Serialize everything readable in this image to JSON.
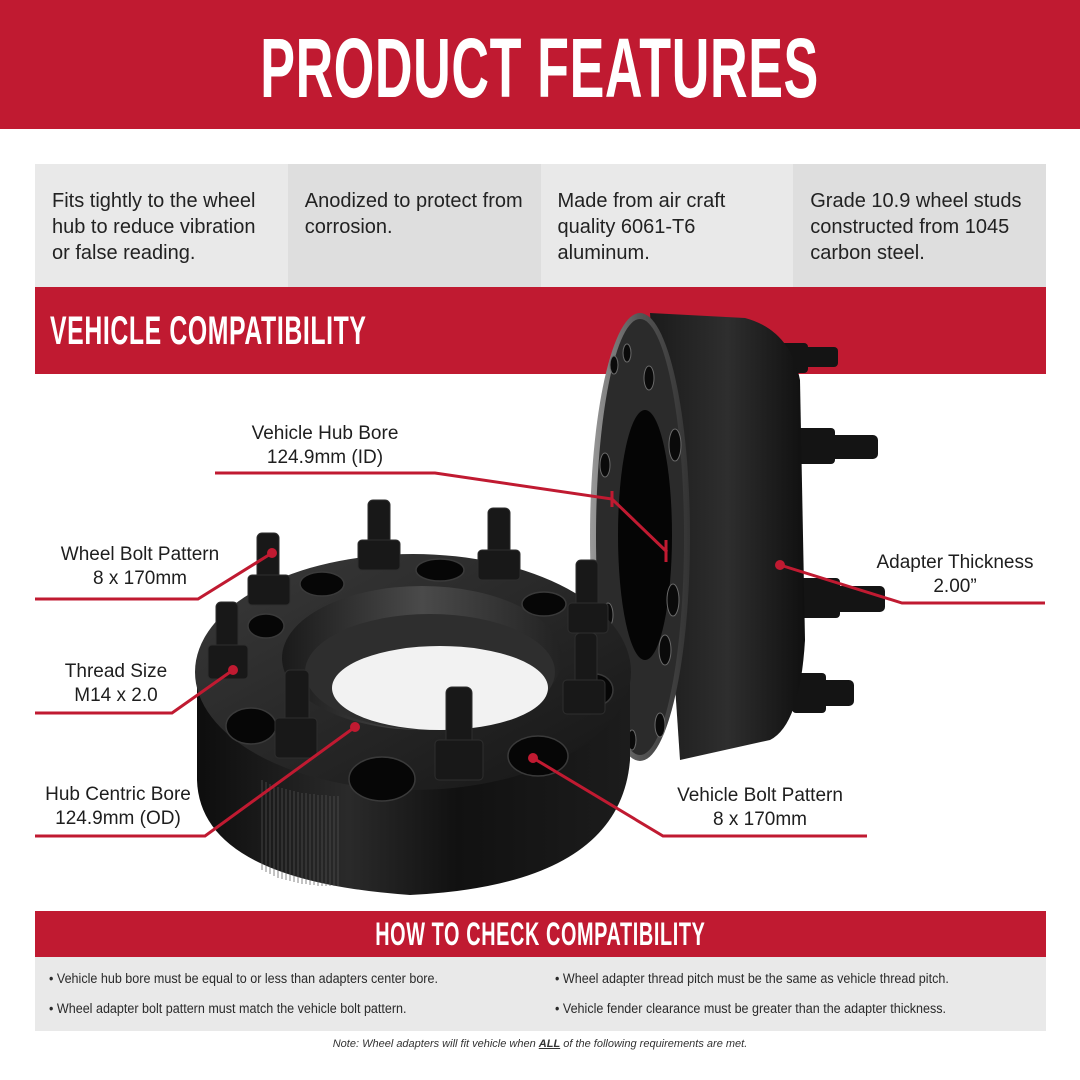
{
  "header": {
    "title": "PRODUCT FEATURES",
    "accent_color": "#c01a31"
  },
  "features": [
    {
      "text": "Fits tightly to the wheel hub to reduce vibration or false reading."
    },
    {
      "text": "Anodized to protect from corrosion."
    },
    {
      "text": "Made from air craft quality 6061-T6 aluminum."
    },
    {
      "text": "Grade 10.9 wheel studs constructed from 1045 carbon steel."
    }
  ],
  "compatibility": {
    "title": "VEHICLE COMPATIBILITY",
    "callouts": {
      "vehicle_hub_bore": {
        "label": "Vehicle Hub Bore",
        "value": "124.9mm (ID)"
      },
      "wheel_bolt_pattern": {
        "label": "Wheel Bolt Pattern",
        "value": "8 x 170mm"
      },
      "thread_size": {
        "label": "Thread Size",
        "value": "M14 x 2.0"
      },
      "hub_centric_bore": {
        "label": "Hub Centric Bore",
        "value": "124.9mm (OD)"
      },
      "adapter_thickness": {
        "label": "Adapter Thickness",
        "value": "2.00”"
      },
      "vehicle_bolt_pattern": {
        "label": "Vehicle Bolt Pattern",
        "value": "8 x 170mm"
      }
    }
  },
  "how_to_check": {
    "title": "HOW TO CHECK COMPATIBILITY",
    "items": [
      "• Vehicle hub bore must be equal to or less than adapters center bore.",
      "• Wheel adapter bolt pattern must match the vehicle bolt pattern.",
      "• Wheel adapter thread pitch must be the same as vehicle thread pitch.",
      "• Vehicle fender clearance must be greater than the adapter thickness."
    ],
    "note_prefix": "Note: Wheel adapters will fit vehicle when ",
    "note_emphasis": "ALL",
    "note_suffix": " of the following requirements are met."
  }
}
